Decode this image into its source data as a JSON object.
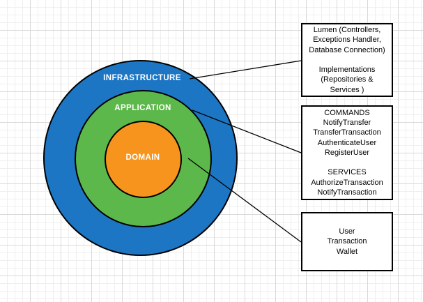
{
  "canvas": {
    "background_color": "#ffffff",
    "grid_minor_color": "#efefef",
    "grid_major_color": "#d9d9d9"
  },
  "diagram": {
    "rings": [
      {
        "id": "infrastructure",
        "label": "INFRASTRUCTURE",
        "fill": "#1d76c4",
        "text_color": "#ffffff"
      },
      {
        "id": "application",
        "label": "APPLICATION",
        "fill": "#5cb84a",
        "text_color": "#ffffff"
      },
      {
        "id": "domain",
        "label": "DOMAIN",
        "fill": "#f6941d",
        "text_color": "#ffffff"
      }
    ],
    "boxes": [
      {
        "id": "infrastructure-details",
        "lines": [
          "Lumen (Controllers,",
          "Exceptions Handler,",
          "Database Connection)",
          "",
          "Implementations",
          "(Repositories &",
          "Services )"
        ]
      },
      {
        "id": "application-details",
        "lines": [
          "COMMANDS",
          "NotifyTransfer",
          "TransferTransaction",
          "AuthenticateUser",
          "RegisterUser",
          "",
          "SERVICES",
          "AuthorizeTransaction",
          "NotifyTransaction"
        ]
      },
      {
        "id": "domain-details",
        "lines": [
          "User",
          "Transaction",
          "Wallet"
        ]
      }
    ],
    "connector_color": "#000000"
  }
}
